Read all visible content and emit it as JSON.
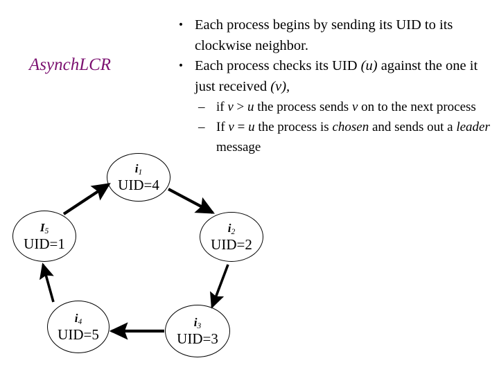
{
  "slide": {
    "title": "AsynchLCR"
  },
  "bullets": [
    {
      "marker": "•",
      "level": 1,
      "segments": [
        {
          "text": "Each process begins by sending its UID to its clockwise neighbor.",
          "style": "normal"
        }
      ]
    },
    {
      "marker": "•",
      "level": 1,
      "segments": [
        {
          "text": "Each process checks its UID ",
          "style": "normal"
        },
        {
          "text": "(u)",
          "style": "italic"
        },
        {
          "text": " against the one it just received ",
          "style": "normal"
        },
        {
          "text": "(v),",
          "style": "italic"
        }
      ]
    },
    {
      "marker": "–",
      "level": 2,
      "segments": [
        {
          "text": "if ",
          "style": "normal"
        },
        {
          "text": "v",
          "style": "italic"
        },
        {
          "text": " > ",
          "style": "normal"
        },
        {
          "text": "u",
          "style": "italic"
        },
        {
          "text": " the process sends ",
          "style": "normal"
        },
        {
          "text": "v",
          "style": "italic"
        },
        {
          "text": " on to the next process",
          "style": "normal"
        }
      ]
    },
    {
      "marker": "–",
      "level": 2,
      "segments": [
        {
          "text": "If ",
          "style": "normal"
        },
        {
          "text": "v",
          "style": "italic"
        },
        {
          "text": " = ",
          "style": "normal"
        },
        {
          "text": "u",
          "style": "italic"
        },
        {
          "text": " the process is ",
          "style": "normal"
        },
        {
          "text": "chosen",
          "style": "italic"
        },
        {
          "text": " and sends out a ",
          "style": "normal"
        },
        {
          "text": "leader",
          "style": "italic"
        },
        {
          "text": " message",
          "style": "normal"
        }
      ]
    }
  ],
  "diagram": {
    "type": "ring",
    "direction": "clockwise",
    "nodes": [
      {
        "id": "i1",
        "name": "i",
        "index": "1",
        "uid_label": "UID=4",
        "uid": 4
      },
      {
        "id": "i2",
        "name": "i",
        "index": "2",
        "uid_label": "UID=2",
        "uid": 2
      },
      {
        "id": "i3",
        "name": "i",
        "index": "3",
        "uid_label": "UID=3",
        "uid": 3
      },
      {
        "id": "i4",
        "name": "i",
        "index": "4",
        "uid_label": "UID=5",
        "uid": 5
      },
      {
        "id": "i5",
        "name": "I",
        "index": "5",
        "uid_label": "UID=1",
        "uid": 1
      }
    ],
    "edges": [
      {
        "from": "i1",
        "to": "i2"
      },
      {
        "from": "i2",
        "to": "i3"
      },
      {
        "from": "i3",
        "to": "i4"
      },
      {
        "from": "i4",
        "to": "i5"
      },
      {
        "from": "i5",
        "to": "i1"
      }
    ]
  },
  "colors": {
    "title": "#7B1070",
    "text": "#000000",
    "stroke": "#000000",
    "background": "#ffffff"
  }
}
